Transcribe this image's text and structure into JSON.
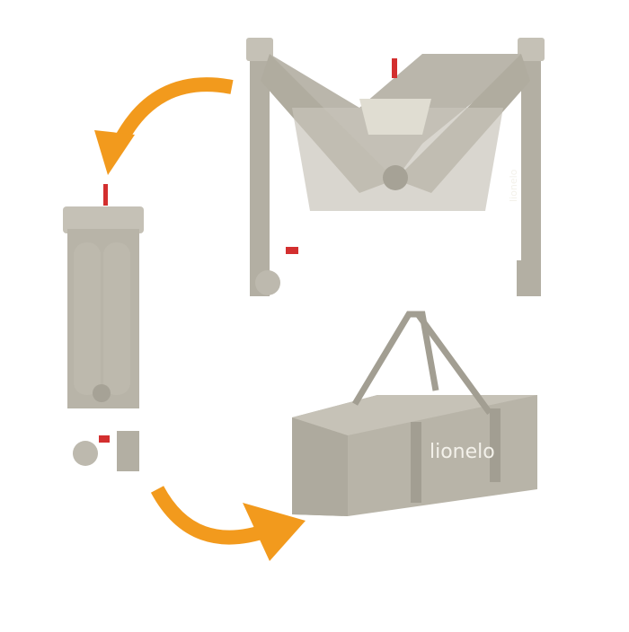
{
  "image": {
    "description": "Product photo showing folding sequence of a travel cot: open cot folding, folded cot, and carry bag",
    "colors": {
      "fabric": "#bab6ab",
      "fabric_dark": "#a6a296",
      "arrow": "#f29a1d",
      "accent_red": "#d32f2f",
      "background": "#ffffff"
    }
  },
  "cot_open": {
    "brand_label": "lionelo"
  },
  "bag": {
    "brand_label": "lionelo"
  }
}
